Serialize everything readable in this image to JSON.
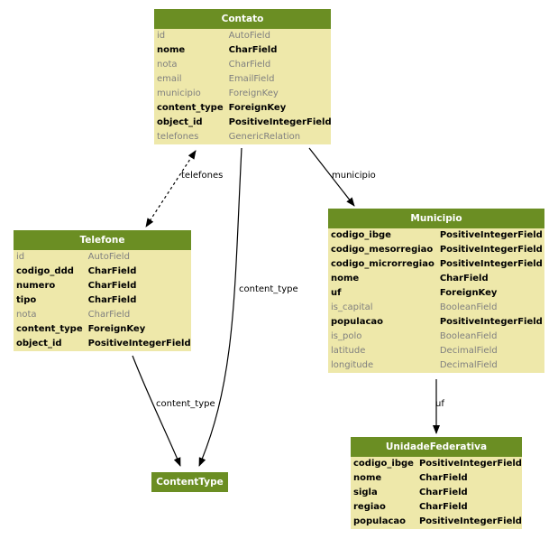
{
  "models": {
    "contato": {
      "title": "Contato",
      "fields": [
        {
          "name": "id",
          "type": "AutoField",
          "bold": false
        },
        {
          "name": "nome",
          "type": "CharField",
          "bold": true
        },
        {
          "name": "nota",
          "type": "CharField",
          "bold": false
        },
        {
          "name": "email",
          "type": "EmailField",
          "bold": false
        },
        {
          "name": "municipio",
          "type": "ForeignKey",
          "bold": false
        },
        {
          "name": "content_type",
          "type": "ForeignKey",
          "bold": true
        },
        {
          "name": "object_id",
          "type": "PositiveIntegerField",
          "bold": true
        },
        {
          "name": "telefones",
          "type": "GenericRelation",
          "bold": false
        }
      ]
    },
    "telefone": {
      "title": "Telefone",
      "fields": [
        {
          "name": "id",
          "type": "AutoField",
          "bold": false
        },
        {
          "name": "codigo_ddd",
          "type": "CharField",
          "bold": true
        },
        {
          "name": "numero",
          "type": "CharField",
          "bold": true
        },
        {
          "name": "tipo",
          "type": "CharField",
          "bold": true
        },
        {
          "name": "nota",
          "type": "CharField",
          "bold": false
        },
        {
          "name": "content_type",
          "type": "ForeignKey",
          "bold": true
        },
        {
          "name": "object_id",
          "type": "PositiveIntegerField",
          "bold": true
        }
      ]
    },
    "municipio": {
      "title": "Municipio",
      "fields": [
        {
          "name": "codigo_ibge",
          "type": "PositiveIntegerField",
          "bold": true
        },
        {
          "name": "codigo_mesorregiao",
          "type": "PositiveIntegerField",
          "bold": true
        },
        {
          "name": "codigo_microrregiao",
          "type": "PositiveIntegerField",
          "bold": true
        },
        {
          "name": "nome",
          "type": "CharField",
          "bold": true
        },
        {
          "name": "uf",
          "type": "ForeignKey",
          "bold": true
        },
        {
          "name": "is_capital",
          "type": "BooleanField",
          "bold": false
        },
        {
          "name": "populacao",
          "type": "PositiveIntegerField",
          "bold": true
        },
        {
          "name": "is_polo",
          "type": "BooleanField",
          "bold": false
        },
        {
          "name": "latitude",
          "type": "DecimalField",
          "bold": false
        },
        {
          "name": "longitude",
          "type": "DecimalField",
          "bold": false
        }
      ]
    },
    "unidadefederativa": {
      "title": "UnidadeFederativa",
      "fields": [
        {
          "name": "codigo_ibge",
          "type": "PositiveIntegerField",
          "bold": true
        },
        {
          "name": "nome",
          "type": "CharField",
          "bold": true
        },
        {
          "name": "sigla",
          "type": "CharField",
          "bold": true
        },
        {
          "name": "regiao",
          "type": "CharField",
          "bold": true
        },
        {
          "name": "populacao",
          "type": "PositiveIntegerField",
          "bold": true
        }
      ]
    },
    "contenttype": {
      "title": "ContentType",
      "fields": []
    }
  },
  "edges": {
    "telefones": "telefones",
    "municipio": "municipio",
    "contato_content_type": "content_type",
    "telefone_content_type": "content_type",
    "uf": "uf"
  },
  "colors": {
    "header": "#6b8e23",
    "body": "#eee8aa",
    "muted_text": "#7f7f7f"
  }
}
